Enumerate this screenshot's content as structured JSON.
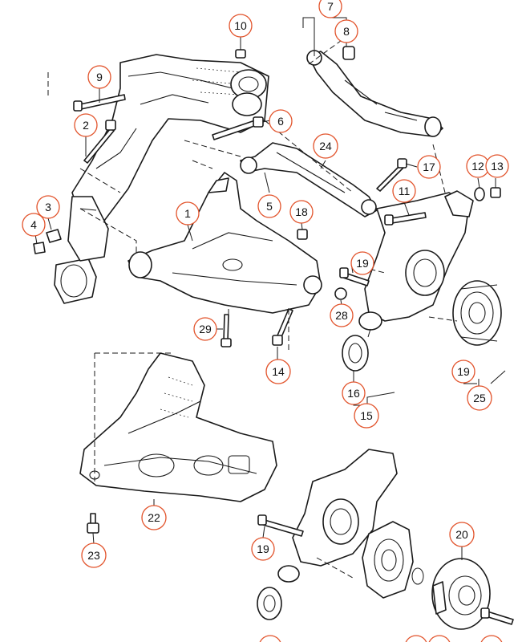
{
  "callouts": {
    "c1": "1",
    "c2": "2",
    "c3": "3",
    "c4": "4",
    "c5": "5",
    "c6": "6",
    "c7": "7",
    "c8": "8",
    "c9": "9",
    "c10": "10",
    "c11": "11",
    "c12": "12",
    "c13": "13",
    "c14": "14",
    "c15": "15",
    "c16": "16",
    "c17": "17",
    "c18": "18",
    "c19a": "19",
    "c19b": "19",
    "c19c": "19",
    "c20": "20",
    "c22": "22",
    "c23": "23",
    "c24": "24",
    "c25": "25",
    "c28": "28",
    "c29": "29"
  },
  "colors": {
    "callout_ring": "#e2532b",
    "line": "#1a1a1a"
  }
}
